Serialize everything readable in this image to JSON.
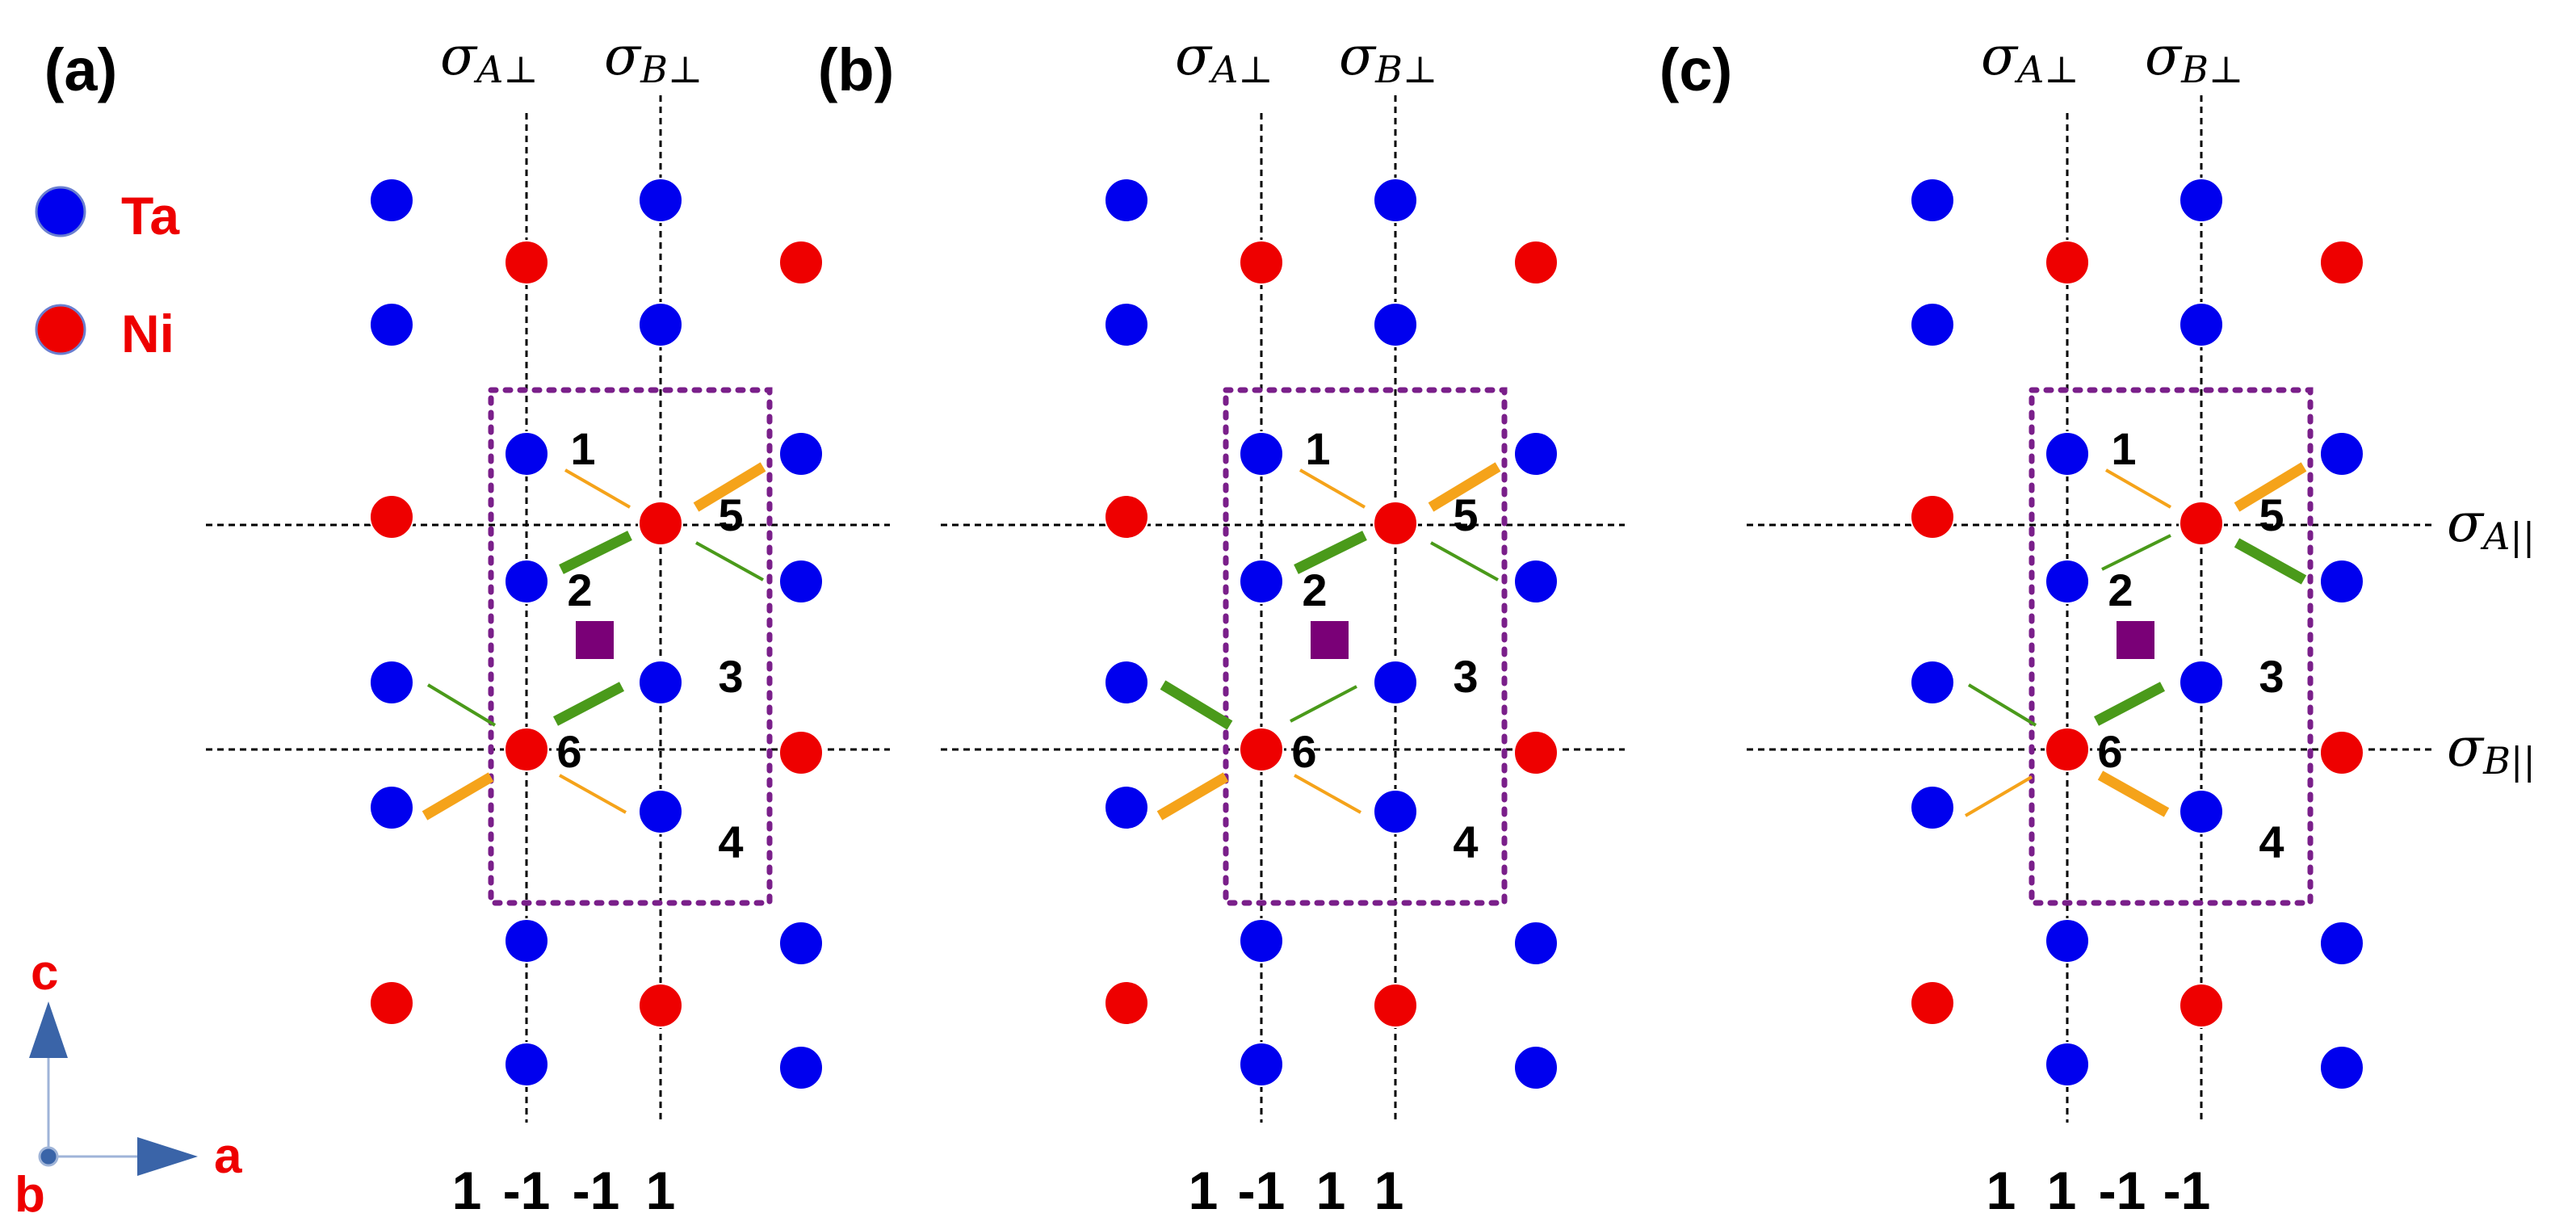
{
  "colors": {
    "ta": "#0000ee",
    "ni": "#ee0000",
    "box": "#7a1f8a",
    "center": "#7a0077",
    "orange": "#f5a31a",
    "green": "#4a9a1a",
    "axis_arrow": "#3a64a8",
    "text": "#000000",
    "label_red": "#ee0000"
  },
  "legend": {
    "items": [
      {
        "element": "Ta",
        "color": "#0000ee"
      },
      {
        "element": "Ni",
        "color": "#ee0000"
      }
    ]
  },
  "axes": {
    "a": "a",
    "b": "b",
    "c": "c"
  },
  "mirror_labels": {
    "A_perp": {
      "symbol": "σ",
      "sub": "A⊥"
    },
    "B_perp": {
      "symbol": "σ",
      "sub": "B⊥"
    },
    "A_par": {
      "symbol": "σ",
      "sub": "A||"
    },
    "B_par": {
      "symbol": "σ",
      "sub": "B||"
    }
  },
  "site_numbers": [
    "1",
    "2",
    "3",
    "4",
    "5",
    "6"
  ],
  "panels": [
    {
      "label": "(a)",
      "signs": [
        "1",
        "-1",
        "-1",
        "1"
      ],
      "bonds": {
        "upper_orange": "thick",
        "lower_orange": "thick",
        "left_green": "thin",
        "mid_green": "thick",
        "right_green": "thin",
        "bottom_right_orange": "thin",
        "top_left_orange": "thin",
        "upper_green_center": "thick"
      }
    },
    {
      "label": "(b)",
      "signs": [
        "1",
        "-1",
        "1",
        "1"
      ],
      "bonds": {
        "upper_orange": "thick",
        "lower_orange": "thick",
        "left_green": "thick",
        "mid_green": "thin",
        "right_green": "thin",
        "bottom_right_orange": "thin",
        "top_left_orange": "thin",
        "upper_green_center": "thick"
      }
    },
    {
      "label": "(c)",
      "signs": [
        "1",
        "1",
        "-1",
        "-1"
      ],
      "bonds": {
        "upper_orange": "thick",
        "lower_orange": "thin",
        "left_green": "thin",
        "mid_green": "thick",
        "right_green": "thick",
        "bottom_right_orange": "thick",
        "top_left_orange": "thin",
        "upper_green_center": "thin"
      }
    }
  ]
}
